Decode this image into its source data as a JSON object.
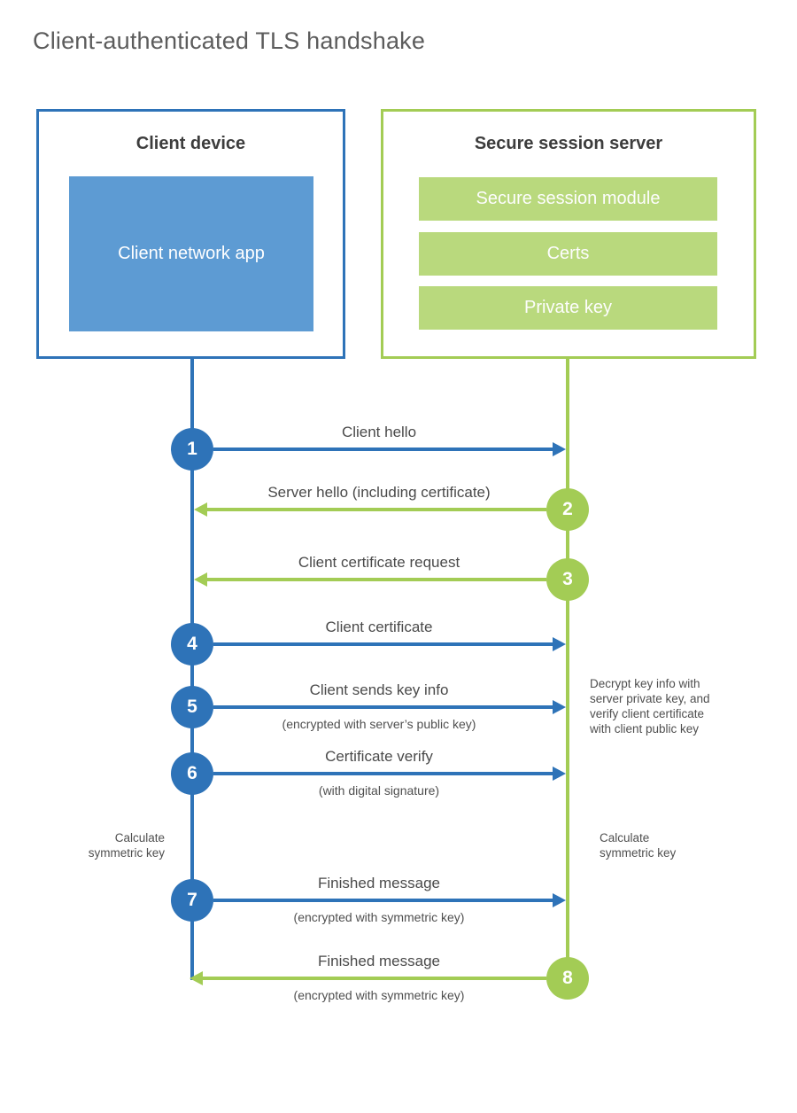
{
  "title": "Client-authenticated TLS handshake",
  "colors": {
    "blue": "#2e73b8",
    "blue_fill": "#5d9bd3",
    "green": "#a3cc55",
    "green_fill": "#b9d97d"
  },
  "client": {
    "title": "Client device",
    "app_label": "Client network app"
  },
  "server": {
    "title": "Secure session server",
    "modules": [
      "Secure session module",
      "Certs",
      "Private key"
    ]
  },
  "steps": [
    {
      "num": "1",
      "color": "blue",
      "direction": "right",
      "label": "Client hello",
      "sub": ""
    },
    {
      "num": "2",
      "color": "green",
      "direction": "left",
      "label": "Server hello (including certificate)",
      "sub": ""
    },
    {
      "num": "3",
      "color": "green",
      "direction": "left",
      "label": "Client certificate request",
      "sub": ""
    },
    {
      "num": "4",
      "color": "blue",
      "direction": "right",
      "label": "Client certificate",
      "sub": ""
    },
    {
      "num": "5",
      "color": "blue",
      "direction": "right",
      "label": "Client sends key info",
      "sub": "(encrypted with server’s public key)"
    },
    {
      "num": "6",
      "color": "blue",
      "direction": "right",
      "label": "Certificate verify",
      "sub": "(with digital signature)"
    },
    {
      "num": "7",
      "color": "blue",
      "direction": "right",
      "label": "Finished message",
      "sub": "(encrypted with symmetric key)"
    },
    {
      "num": "8",
      "color": "green",
      "direction": "left",
      "label": "Finished message",
      "sub": "(encrypted with symmetric key)"
    }
  ],
  "annotations": {
    "decrypt": "Decrypt key info with\nserver private key, and\nverify client certificate\nwith client public key",
    "calc_left": "Calculate\nsymmetric key",
    "calc_right": "Calculate\nsymmetric key"
  }
}
